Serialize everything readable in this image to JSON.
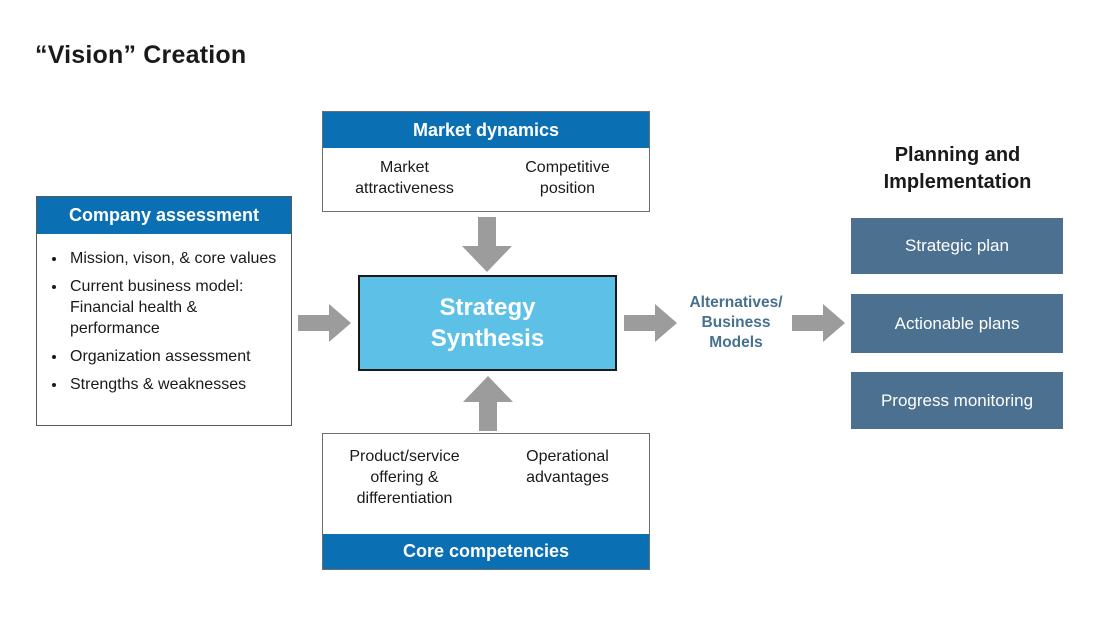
{
  "title": "“Vision” Creation",
  "market_dynamics": {
    "header": "Market dynamics",
    "items": [
      "Market\nattractiveness",
      "Competitive\nposition"
    ]
  },
  "company_assessment": {
    "header": "Company assessment",
    "bullets": [
      "Mission, vison, & core values",
      "Current business model: Financial health & performance",
      "Organization assessment",
      "Strengths & weaknesses"
    ]
  },
  "strategy_synthesis": {
    "label": "Strategy\nSynthesis"
  },
  "core_competencies": {
    "footer": "Core competencies",
    "items": [
      "Product/service\noffering &\ndifferentiation",
      "Operational\nadvantages"
    ]
  },
  "alternatives_label": "Alternatives/\nBusiness\nModels",
  "planning": {
    "header": "Planning and\nImplementation",
    "boxes": [
      "Strategic plan",
      "Actionable plans",
      "Progress monitoring"
    ]
  },
  "colors": {
    "header_blue": "#0B6FB4",
    "synthesis_fill": "#5CC0E7",
    "slate_blue": "#4C7190",
    "arrow_gray": "#9C9C9C",
    "alternatives_text": "#46708F"
  }
}
